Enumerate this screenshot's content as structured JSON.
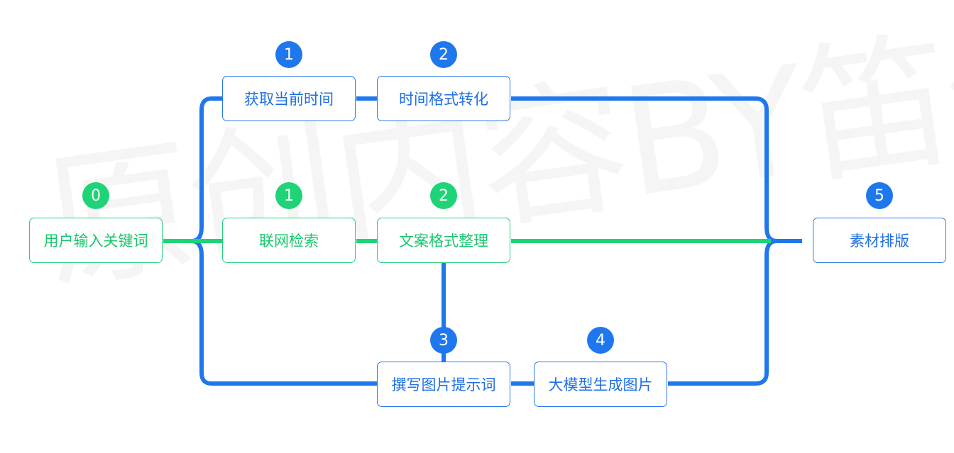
{
  "watermark": "原创内容BY笛仁杰",
  "colors": {
    "blue": "#1f77ee",
    "green": "#1fd377"
  },
  "nodes": {
    "user_input": {
      "label": "用户输入关键词",
      "step": "0"
    },
    "get_time": {
      "label": "获取当前时间",
      "step": "1"
    },
    "time_convert": {
      "label": "时间格式转化",
      "step": "2"
    },
    "web_search": {
      "label": "联网检索",
      "step": "1"
    },
    "text_format": {
      "label": "文案格式整理",
      "step": "2"
    },
    "write_prompt": {
      "label": "撰写图片提示词",
      "step": "3"
    },
    "generate_image": {
      "label": "大模型生成图片",
      "step": "4"
    },
    "layout": {
      "label": "素材排版",
      "step": "5"
    }
  }
}
